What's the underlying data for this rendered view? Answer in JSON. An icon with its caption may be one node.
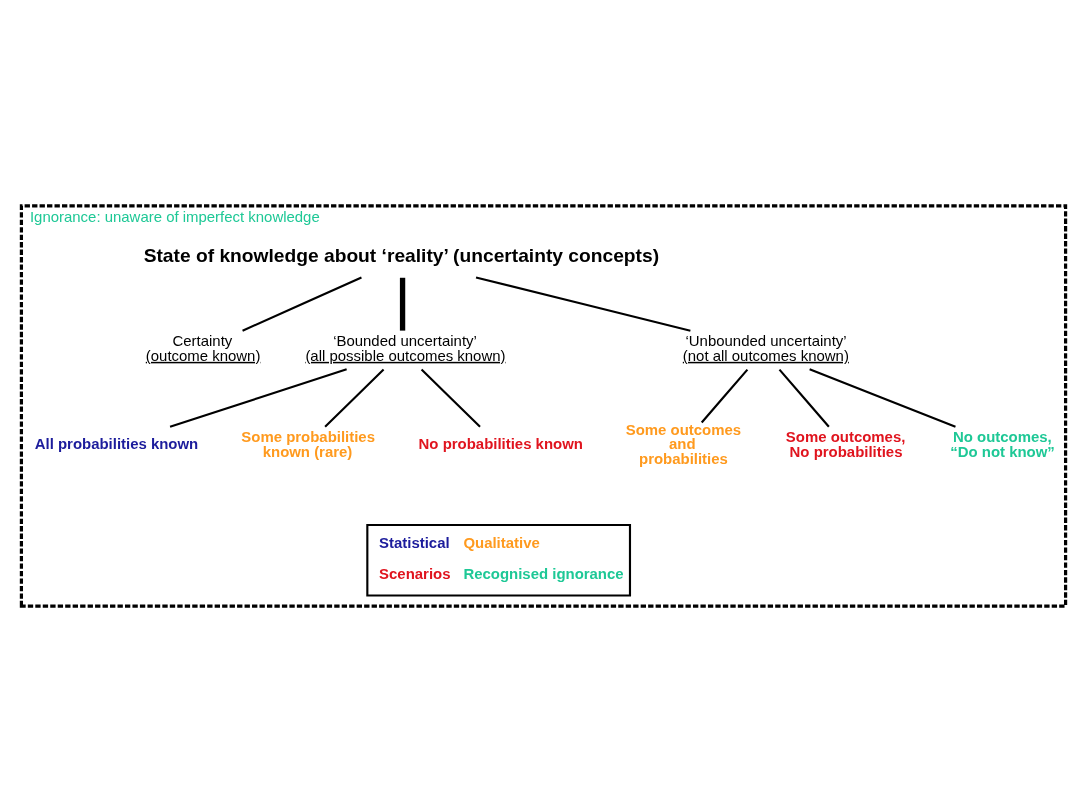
{
  "diagram": {
    "nodes": [
      {
        "text": [
          "Ignorance: unaware of imperfect knowledge"
        ]
      },
      {
        "text": [
          "State of knowledge about ‘reality’ (uncertainty concepts)"
        ],
        "in": 0
      },
      {
        "text": [
          "Certainty",
          "(outcome known)"
        ],
        "in": 0
      },
      {
        "text": [
          "‘Bounded uncertainty’",
          "(all possible outcomes known)"
        ],
        "in": 0
      },
      {
        "text": [
          "‘Unbounded uncertainty’",
          "(not all outcomes known)"
        ],
        "in": 0
      },
      {
        "text": [
          "All probabilities known"
        ],
        "in": 0
      },
      {
        "text": [
          "Some probabilities known (rare)"
        ],
        "in": 0
      },
      {
        "text": [
          "No probabilities known"
        ],
        "in": 0
      },
      {
        "text": [
          "Some outcomes and probabilities"
        ],
        "in": 0
      },
      {
        "text": [
          "Some outcomes, No probabilities"
        ],
        "in": 0
      },
      {
        "text": [
          "No outcomes, “Do not know”"
        ],
        "in": 0
      }
    ],
    "edges": [
      {
        "from": 1,
        "to": 2,
        "arrow": "none"
      },
      {
        "from": 1,
        "to": 3,
        "arrow": "none",
        "style": "thick"
      },
      {
        "from": 1,
        "to": 4,
        "arrow": "none"
      },
      {
        "from": 3,
        "to": 5,
        "arrow": "none"
      },
      {
        "from": 3,
        "to": 6,
        "arrow": "none"
      },
      {
        "from": 3,
        "to": 7,
        "arrow": "none"
      },
      {
        "from": 4,
        "to": 8,
        "arrow": "none"
      },
      {
        "from": 4,
        "to": 9,
        "arrow": "none"
      },
      {
        "from": 4,
        "to": 10,
        "arrow": "none"
      }
    ],
    "legend": [
      {
        "text": "Statistical",
        "color": "#1c1c9c"
      },
      {
        "text": "Qualitative",
        "color": "#ff9a1e"
      },
      {
        "text": "Scenarios",
        "color": "#e0141e"
      },
      {
        "text": "Recognised ignorance",
        "color": "#1ec896"
      }
    ]
  }
}
